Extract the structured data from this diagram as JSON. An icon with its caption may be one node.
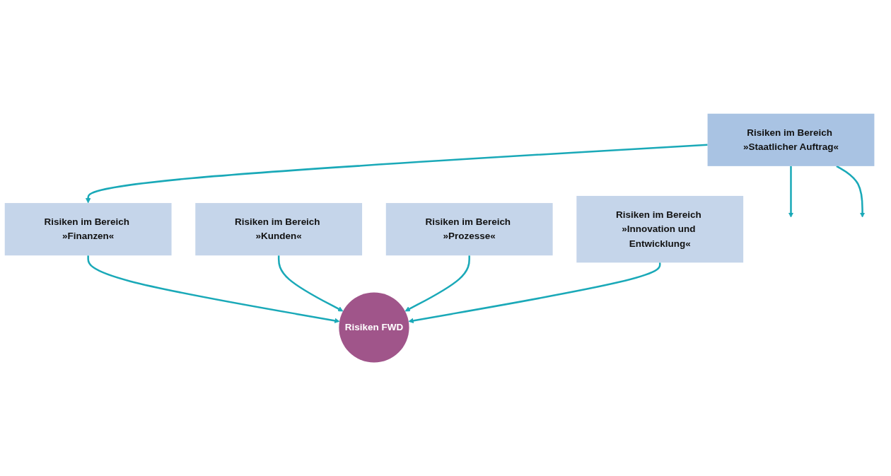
{
  "diagram": {
    "nodes": [
      {
        "text": [
          "Risiken im Bereich »Staatlicher Auftrag«"
        ]
      },
      {
        "text": [
          "Risiken im Bereich »Finanzen«"
        ]
      },
      {
        "text": [
          "Risiken im Bereich »Kunden«"
        ]
      },
      {
        "text": [
          "Risiken FWD"
        ]
      },
      {
        "text": [
          "Risiken im Bereich »Prozesse«"
        ]
      },
      {
        "text": [
          "Risiken im Bereich »Innovation und Entwicklung«"
        ]
      }
    ],
    "edges": [
      {
        "from": 0,
        "to": null,
        "arrow": "to"
      },
      {
        "from": 0,
        "to": 1,
        "arrow": "to"
      },
      {
        "from": 0,
        "to": null,
        "arrow": "to"
      },
      {
        "from": 1,
        "to": 3,
        "arrow": "to"
      },
      {
        "from": 2,
        "to": 3,
        "arrow": "to"
      },
      {
        "from": 4,
        "to": 3,
        "arrow": "to"
      },
      {
        "from": 5,
        "to": 3,
        "arrow": "to"
      }
    ]
  }
}
